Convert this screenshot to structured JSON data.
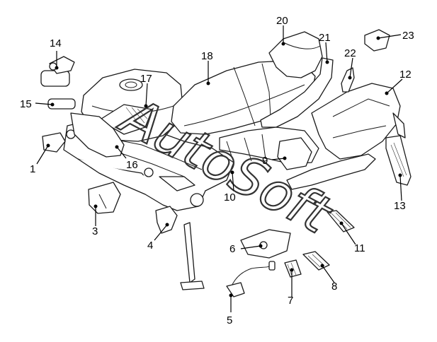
{
  "callouts": [
    {
      "id": "c1",
      "label": "1"
    },
    {
      "id": "c3",
      "label": "3"
    },
    {
      "id": "c4",
      "label": "4"
    },
    {
      "id": "c5",
      "label": "5"
    },
    {
      "id": "c6",
      "label": "6"
    },
    {
      "id": "c7",
      "label": "7"
    },
    {
      "id": "c8",
      "label": "8"
    },
    {
      "id": "c9",
      "label": "9"
    },
    {
      "id": "c10",
      "label": "10"
    },
    {
      "id": "c11",
      "label": "11"
    },
    {
      "id": "c12",
      "label": "12"
    },
    {
      "id": "c13",
      "label": "13"
    },
    {
      "id": "c14",
      "label": "14"
    },
    {
      "id": "c15",
      "label": "15"
    },
    {
      "id": "c16",
      "label": "16"
    },
    {
      "id": "c17",
      "label": "17"
    },
    {
      "id": "c18",
      "label": "18"
    },
    {
      "id": "c20",
      "label": "20"
    },
    {
      "id": "c21",
      "label": "21"
    },
    {
      "id": "c22",
      "label": "22"
    },
    {
      "id": "c23",
      "label": "23"
    }
  ],
  "watermark": {
    "text": "AutoSoft"
  }
}
